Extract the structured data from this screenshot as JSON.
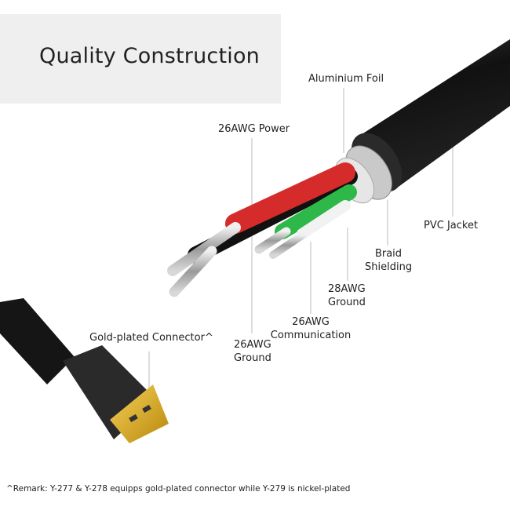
{
  "title": "Quality Construction",
  "labels": {
    "aluminium_foil": "Aluminium Foil",
    "power": "26AWG Power",
    "pvc_jacket": "PVC Jacket",
    "braid_line1": "Braid",
    "braid_line2": "Shielding",
    "ground28_line1": "28AWG",
    "ground28_line2": "Ground",
    "comm_line1": "26AWG",
    "comm_line2": "Communication",
    "ground26_line1": "26AWG",
    "ground26_line2": "Ground",
    "connector": "Gold-plated Connector^"
  },
  "remark": "^Remark: Y-277 & Y-278 equipps gold-plated connector while Y-279 is nickel-plated",
  "colors": {
    "jacket": "#1a1a1a",
    "power": "#d62b2b",
    "ground_green": "#2fb84a",
    "gold": "#e0b21c",
    "title_bg": "#efefef"
  }
}
